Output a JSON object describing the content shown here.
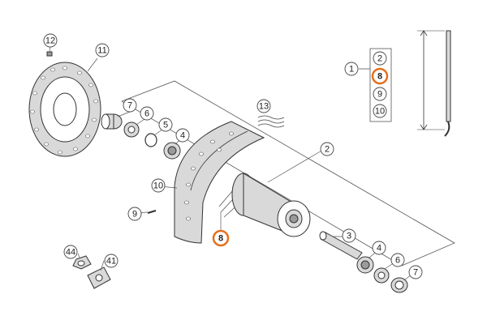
{
  "diagram": {
    "accent_color": "#e46f1c",
    "callouts": [
      {
        "id": "c12",
        "label": "12",
        "highlight": false
      },
      {
        "id": "c11",
        "label": "11",
        "highlight": false
      },
      {
        "id": "c7a",
        "label": "7",
        "highlight": false
      },
      {
        "id": "c6a",
        "label": "6",
        "highlight": false
      },
      {
        "id": "c5",
        "label": "5",
        "highlight": false
      },
      {
        "id": "c4a",
        "label": "4",
        "highlight": false
      },
      {
        "id": "c13",
        "label": "13",
        "highlight": false
      },
      {
        "id": "c2a",
        "label": "2",
        "highlight": false
      },
      {
        "id": "c10a",
        "label": "10",
        "highlight": false
      },
      {
        "id": "c9a",
        "label": "9",
        "highlight": false
      },
      {
        "id": "c8a",
        "label": "8",
        "highlight": true
      },
      {
        "id": "c3",
        "label": "3",
        "highlight": false
      },
      {
        "id": "c4b",
        "label": "4",
        "highlight": false
      },
      {
        "id": "c6b",
        "label": "6",
        "highlight": false
      },
      {
        "id": "c7b",
        "label": "7",
        "highlight": false
      },
      {
        "id": "c44",
        "label": "44",
        "highlight": false
      },
      {
        "id": "c41",
        "label": "41",
        "highlight": false
      },
      {
        "id": "c1",
        "label": "1",
        "highlight": false
      },
      {
        "id": "k2",
        "label": "2",
        "highlight": false
      },
      {
        "id": "k8",
        "label": "8",
        "highlight": true
      },
      {
        "id": "k9",
        "label": "9",
        "highlight": false
      },
      {
        "id": "k10",
        "label": "10",
        "highlight": false
      }
    ]
  }
}
